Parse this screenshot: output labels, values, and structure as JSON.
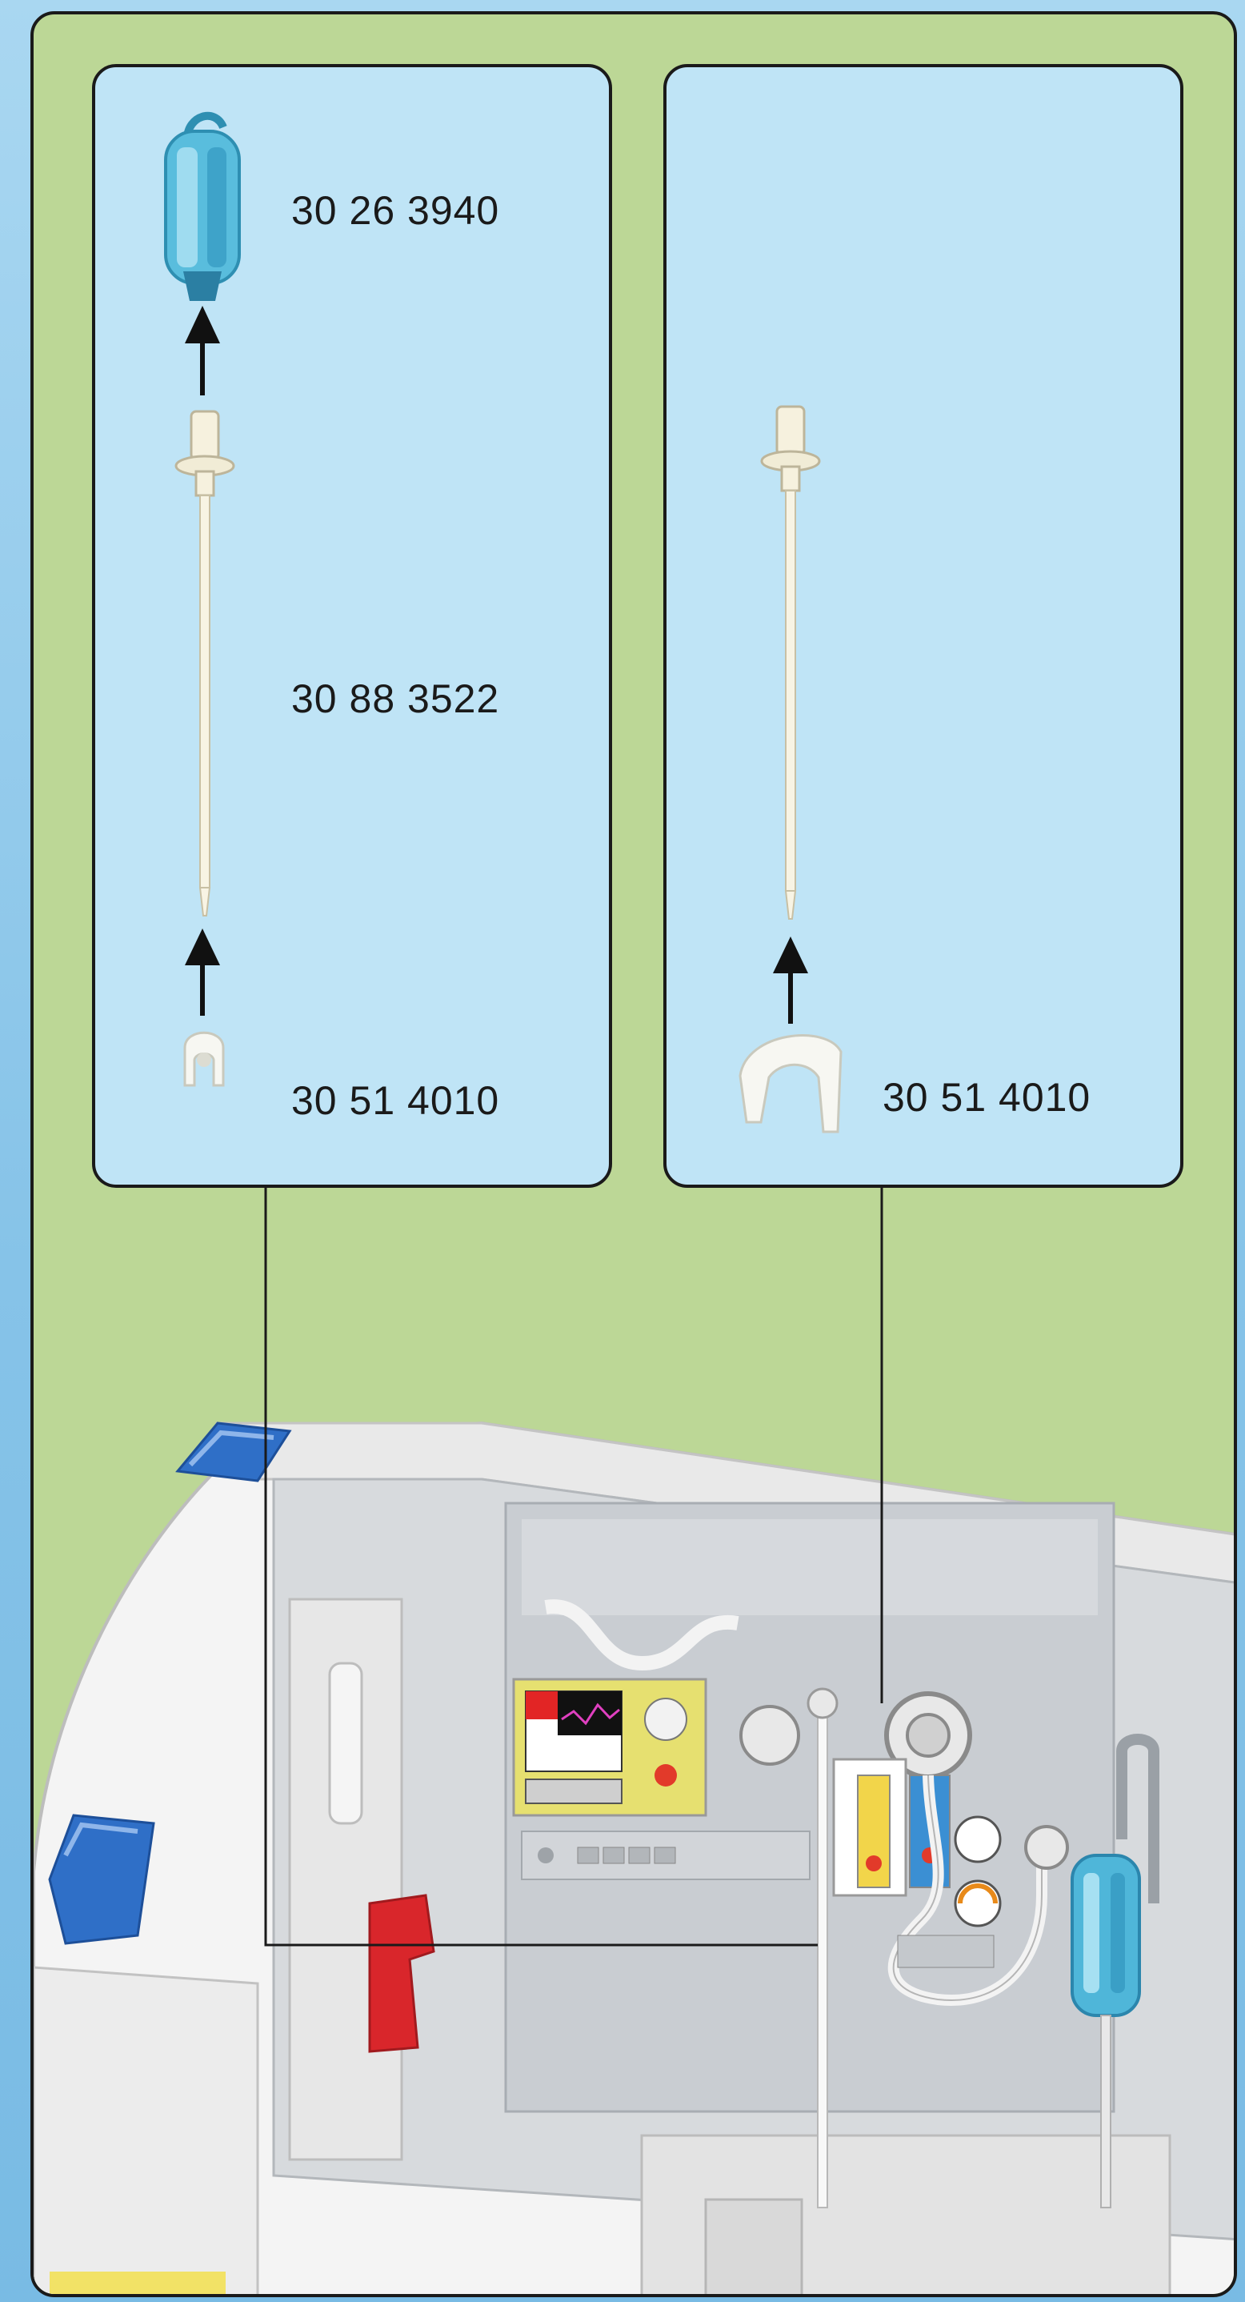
{
  "parts": {
    "left_panel": {
      "top_part_number": "30 26 3940",
      "middle_part_number": "30 88 3522",
      "bottom_part_number": "30 51 4010"
    },
    "right_panel": {
      "bottom_part_number": "30 51 4010"
    }
  },
  "colors": {
    "background_green": "#bcd796",
    "panel_blue": "#bfe4f6",
    "outer_blue": "#86c3e8",
    "bottle_blue": "#4fb6d9",
    "beacon_blue": "#2f6fc7",
    "outline": "#1a1a1a"
  },
  "icons": {
    "iv_bottle": "iv-bottle-icon",
    "iv_pole": "iv-pole-icon",
    "pole_clamp": "pole-clamp-icon",
    "assembly_arrow": "arrow-up-icon"
  }
}
